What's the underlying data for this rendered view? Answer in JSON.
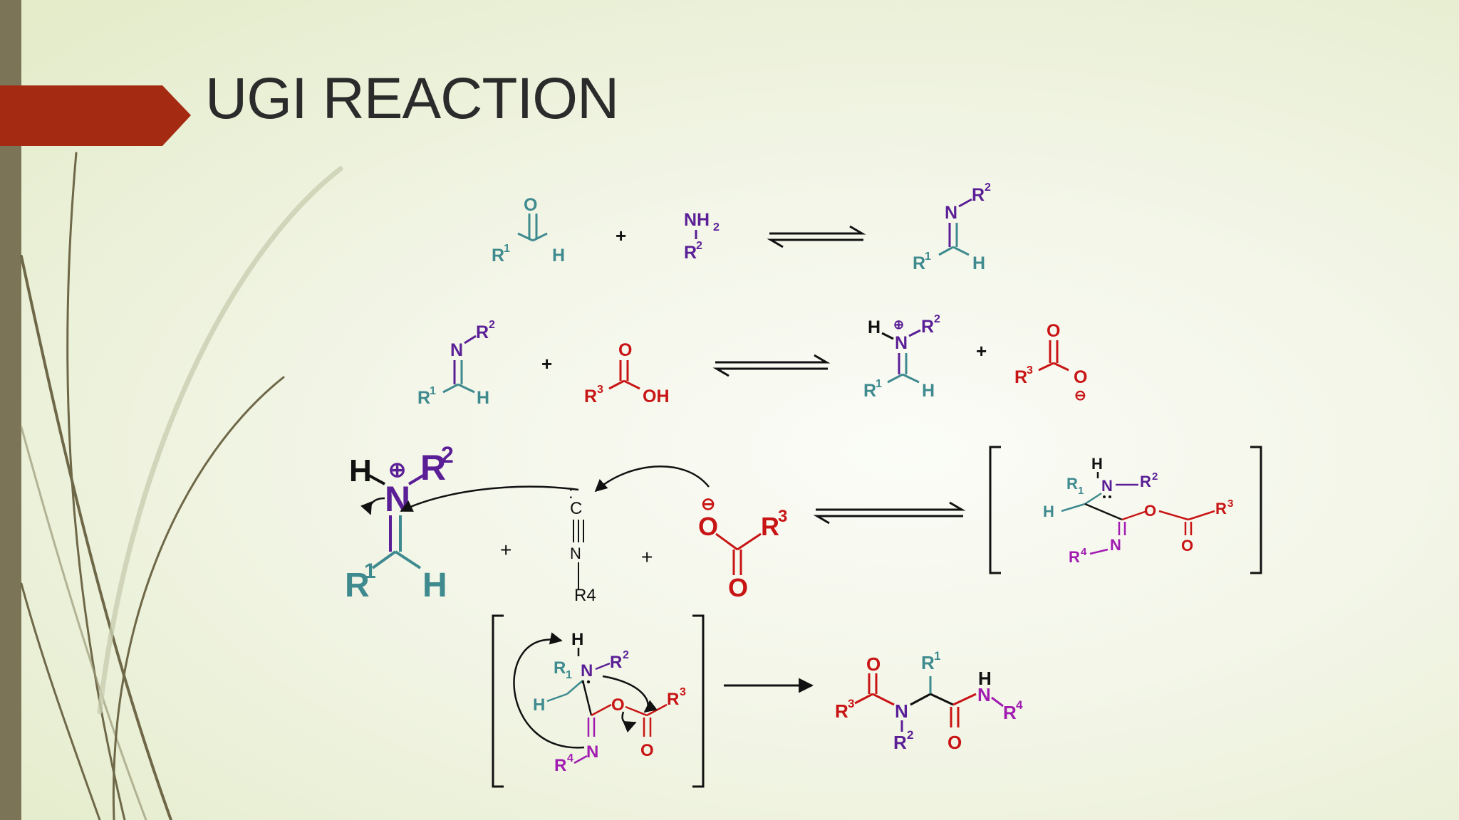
{
  "title": "UGI REACTION",
  "colors": {
    "teal": "#3e8a8f",
    "purple": "#5a1e96",
    "red": "#c81414",
    "magenta": "#a11bb1",
    "black": "#111111",
    "title_bar": "#a52a12",
    "left_bar": "#7b7457"
  },
  "step1": {
    "O": "O",
    "R": "R",
    "sup1": "1",
    "H": "H",
    "plus": "+",
    "NH": "NH",
    "sub2": "2",
    "R2": "R",
    "sup2": "2",
    "prod_N": "N",
    "prod_R2": "R",
    "prod_sup2": "2",
    "prod_R1": "R",
    "prod_sup1": "1",
    "prod_H": "H"
  },
  "step2": {
    "N": "N",
    "R2": "R",
    "sup2": "2",
    "R1": "R",
    "sup1": "1",
    "H": "H",
    "plus1": "+",
    "acid_O": "O",
    "acid_R3": "R",
    "acid_sup3": "3",
    "acid_OH": "OH",
    "ium_H": "H",
    "ium_charge": "⊕",
    "ium_N": "N",
    "ium_R2": "R",
    "ium_sup2": "2",
    "ium_R1": "R",
    "ium_sup1": "1",
    "ium_Hb": "H",
    "plus2": "+",
    "carb_O_top": "O",
    "carb_R3": "R",
    "carb_sup3": "3",
    "carb_O": "O",
    "carb_charge": "⊖"
  },
  "step3": {
    "H": "H",
    "charge": "⊕",
    "N": "N",
    "R2": "R",
    "sup2": "2",
    "R1": "R",
    "sup1": "1",
    "Hb": "H",
    "plus1": "+",
    "iso_C": "C",
    "iso_lp": ":",
    "iso_N": "N",
    "iso_R4": "R4",
    "plus2": "+",
    "carb_charge": "⊖",
    "carb_O": "O",
    "carb_R3": "R",
    "carb_sup3": "3",
    "carb_Ob": "O",
    "int_H": "H",
    "int_N": "N",
    "int_R2": "R",
    "int_sup2": "2",
    "int_R1": "R",
    "int_sub1": "1",
    "int_Hb": "H",
    "int_O": "O",
    "int_R3": "R",
    "int_sup3": "3",
    "int_Ob": "O",
    "int_R4": "R",
    "int_sup4": "4",
    "int_N2": "N"
  },
  "step4": {
    "H": "H",
    "N": "N",
    "R2": "R",
    "sup2": "2",
    "R1": "R",
    "sub1": "1",
    "Hb": "H",
    "O": "O",
    "R3": "R",
    "sup3": "3",
    "Ob": "O",
    "R4": "R",
    "sup4": "4",
    "N2": "N",
    "prod_O1": "O",
    "prod_R3": "R",
    "prod_sup3": "3",
    "prod_N": "N",
    "prod_R2": "R",
    "prod_sup2": "2",
    "prod_R1": "R",
    "prod_sup1": "1",
    "prod_H": "H",
    "prod_NH": "N",
    "prod_R4": "R",
    "prod_sup4": "4",
    "prod_O2": "O"
  }
}
